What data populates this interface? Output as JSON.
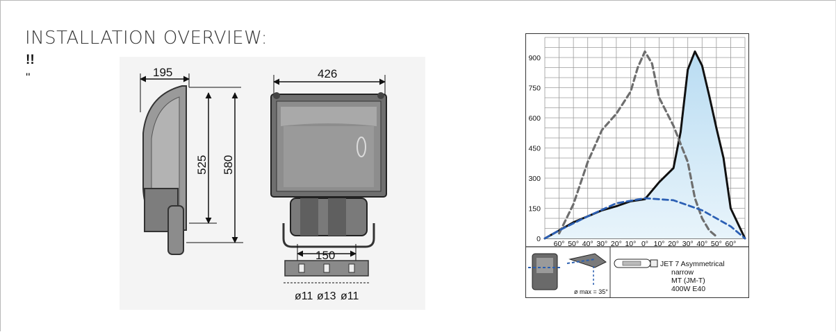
{
  "section": {
    "heading": "INSTALLATION OVERVIEW:",
    "mark_1": "!!",
    "mark_2": "''"
  },
  "drawing": {
    "dim_depth": "195",
    "dim_width": "426",
    "dim_mount_height": "525",
    "dim_total_height": "580",
    "dim_bracket": "150",
    "hole_1": "ø11",
    "hole_2": "ø13",
    "hole_3": "ø11"
  },
  "chart_data": {
    "type": "line",
    "ylim": [
      0,
      1000
    ],
    "y_ticks": [
      "0",
      "150",
      "300",
      "450",
      "600",
      "750",
      "900"
    ],
    "x_ticks": [
      "60°",
      "50°",
      "40°",
      "30°",
      "20°",
      "10°",
      "0°",
      "10°",
      "20°",
      "30°",
      "40°",
      "50°",
      "60°"
    ],
    "x_angle_range": [
      -70,
      70
    ],
    "series": [
      {
        "style": "solid-black-filled",
        "x": [
          -70,
          -60,
          -50,
          -40,
          -30,
          -20,
          -10,
          0,
          10,
          20,
          25,
          30,
          35,
          40,
          45,
          50,
          55,
          60,
          70
        ],
        "y": [
          0,
          40,
          80,
          110,
          140,
          160,
          185,
          195,
          280,
          350,
          530,
          840,
          930,
          860,
          710,
          550,
          400,
          150,
          0
        ]
      },
      {
        "style": "dashed-gray",
        "x": [
          -60,
          -50,
          -40,
          -30,
          -20,
          -10,
          -5,
          0,
          5,
          10,
          20,
          30,
          35,
          40,
          45,
          50
        ],
        "y": [
          25,
          170,
          380,
          540,
          620,
          730,
          850,
          930,
          870,
          700,
          560,
          380,
          200,
          100,
          40,
          10
        ]
      },
      {
        "style": "dashed-blue",
        "x": [
          -70,
          -60,
          -40,
          -20,
          0,
          20,
          40,
          60,
          70
        ],
        "y": [
          0,
          40,
          110,
          175,
          200,
          190,
          140,
          60,
          0
        ]
      }
    ],
    "legend": {
      "angle_note": "ø max = 35°",
      "lamp_text": [
        "JET 7 Asymmetrical",
        "narrow",
        "MT (JM-T)",
        "400W E40"
      ]
    }
  }
}
